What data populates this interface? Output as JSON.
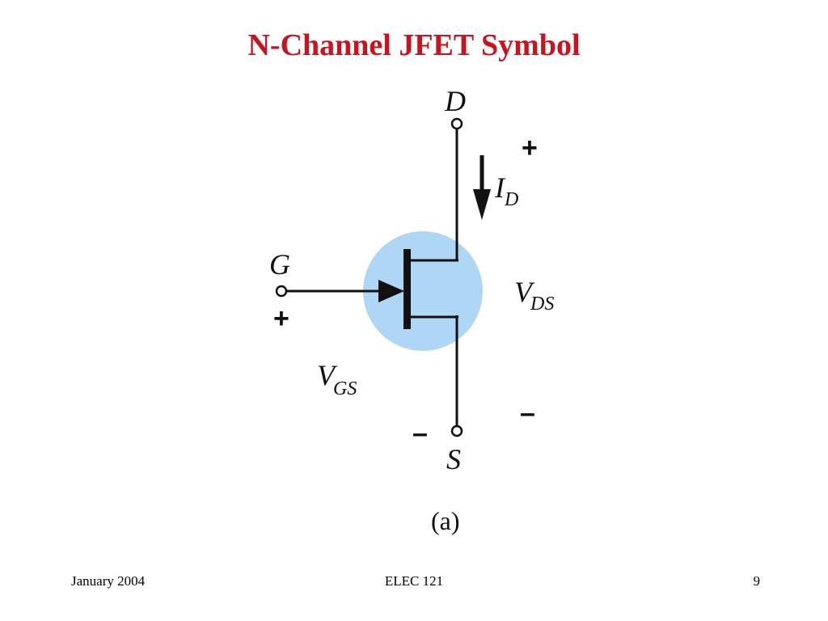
{
  "slide": {
    "title": "N-Channel JFET Symbol"
  },
  "diagram": {
    "drain_label": "D",
    "gate_label": "G",
    "source_label": "S",
    "current_label": "I",
    "current_subscript": "D",
    "vds_label": "V",
    "vds_subscript": "DS",
    "vgs_label": "V",
    "vgs_subscript": "GS",
    "plus_sign": "+",
    "minus_sign": "–",
    "caption": "(a)",
    "highlight_color": "#aed6f5"
  },
  "footer": {
    "date": "January 2004",
    "course": "ELEC 121",
    "page": "9"
  }
}
